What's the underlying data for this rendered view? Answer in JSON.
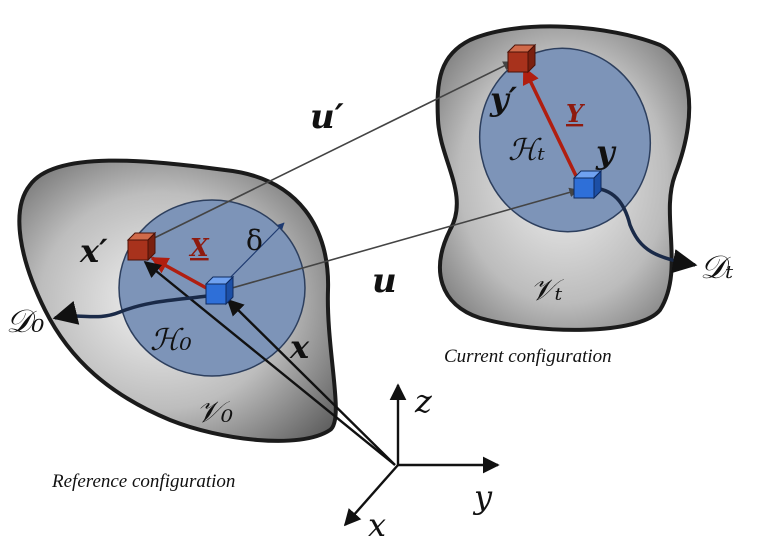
{
  "reference_body": {
    "domain_label": "𝒟₀",
    "body_label": "𝒱₀",
    "horizon_label": "ℋ₀",
    "caption": "Reference configuration",
    "fill_color": "#9b9b9b",
    "horizon_color": "#7d94b8"
  },
  "current_body": {
    "domain_label": "𝒟ₜ",
    "body_label": "𝒱ₜ",
    "horizon_label": "ℋₜ",
    "caption": "Current configuration",
    "fill_color": "#9b9b9b",
    "horizon_color": "#7d94b8"
  },
  "points": {
    "x": "x",
    "x_prime": "x′",
    "y": "y",
    "y_prime": "y′"
  },
  "bond_vectors": {
    "reference": "X",
    "current": "Y",
    "color": "#b01e10"
  },
  "displacements": {
    "u": "u",
    "u_prime": "u′"
  },
  "horizon_radius": "δ",
  "axes": {
    "x": "x",
    "y": "y",
    "z": "z"
  },
  "colors": {
    "particle_blue": "#2e6fd8",
    "particle_red": "#a8321c",
    "outline": "#1b1b1b"
  }
}
